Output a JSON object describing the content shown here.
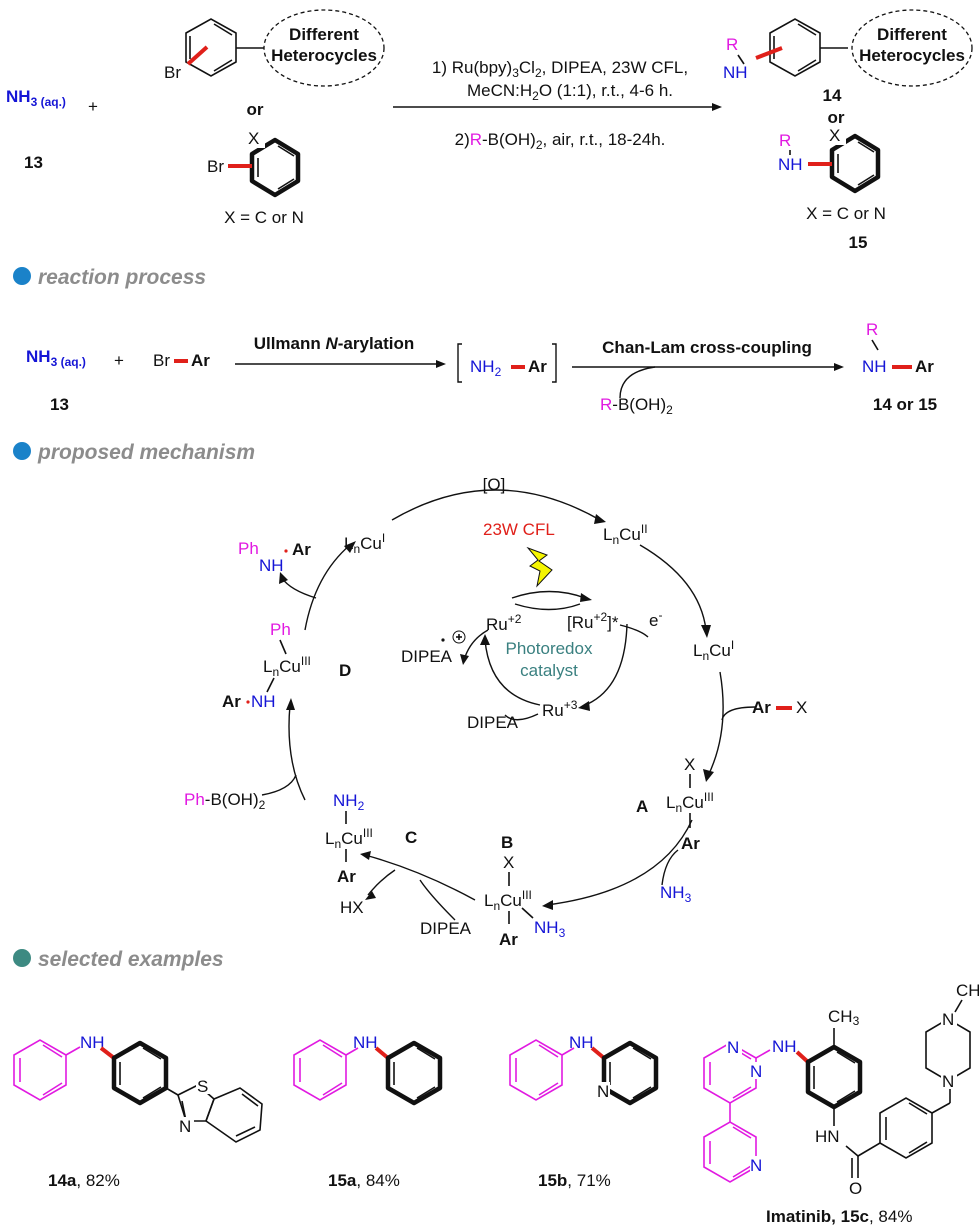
{
  "scheme": {
    "reagent_nh3": "NH",
    "reagent_nh3_sub": "3 (aq.)",
    "reagent_nh3_number": "13",
    "plus": "+",
    "br": "Br",
    "different_heterocycles_line1": "Different",
    "different_heterocycles_line2": "Heterocycles",
    "or": "or",
    "x_atom": "X",
    "x_def": "X = C or N",
    "condition1": "1) Ru(bpy)",
    "condition1_sub1": "3",
    "condition1_tail": "Cl",
    "condition1_sub2": "2",
    "condition1_rest": ", DIPEA, 23W CFL,",
    "condition1_line2": "MeCN:H",
    "condition1_line2_sub": "2",
    "condition1_line2_rest": "O (1:1), r.t., 4-6 h.",
    "condition2_pre": "2)",
    "condition2_r": "R",
    "condition2_rest": "-B(OH)",
    "condition2_sub": "2",
    "condition2_tail": ", air, r.t., 18-24h.",
    "r": "R",
    "nh": "NH",
    "product14": "14",
    "product15": "15"
  },
  "sections": {
    "reaction_process": "reaction process",
    "proposed_mechanism": "proposed mechanism",
    "selected_examples": "selected examples"
  },
  "process": {
    "nh3": "NH",
    "nh3_sub": "3 (aq.)",
    "plus": "+",
    "br": "Br",
    "ar": "Ar",
    "step1": "Ullmann ",
    "step1_italic": "N",
    "step1_rest": "-arylation",
    "intermediate_nh": "NH",
    "intermediate_sub": "2",
    "intermediate_ar": "Ar",
    "step2": "Chan-Lam cross-coupling",
    "boronic_r": "R",
    "boronic_rest": "-B(OH)",
    "boronic_sub": "2",
    "product_r": "R",
    "product_nh": "NH",
    "product_ar": "Ar",
    "label13": "13",
    "label_product": "14 or 15"
  },
  "mechanism": {
    "oxidant": "[O]",
    "light": "23W CFL",
    "ru2": "Ru",
    "ru2_sup": "+2",
    "ru2_excited": "[Ru",
    "ru2_excited_sup": "+2",
    "ru2_excited_tail": "]*",
    "ru3": "Ru",
    "ru3_sup": "+3",
    "electron": "e",
    "electron_sup": "-",
    "photoredox_line1": "Photoredox",
    "photoredox_line2": "catalyst",
    "dipea_radical": "DIPEA",
    "dipea": "DIPEA",
    "dipea2": "DIPEA",
    "cu_l": "L",
    "cu_n": "n",
    "cu": "Cu",
    "ox_I": "I",
    "ox_II": "II",
    "ox_III": "III",
    "ar": "Ar",
    "x": "X",
    "nh3": "NH",
    "nh3_sub": "3",
    "nh2": "NH",
    "nh2_sub": "2",
    "nh": "NH",
    "ph": "Ph",
    "hx": "HX",
    "ph_boronic": "Ph",
    "ph_boronic_rest": "-B(OH)",
    "ph_boronic_sub": "2",
    "label_A": "A",
    "label_B": "B",
    "label_C": "C",
    "label_D": "D"
  },
  "examples": [
    {
      "id": "14a",
      "yield": ", 82%"
    },
    {
      "id": "15a",
      "yield": ", 84%"
    },
    {
      "id": "15b",
      "yield": ", 71%"
    },
    {
      "id": "Imatinib, 15c",
      "yield": ", 84%"
    }
  ],
  "atoms": {
    "nh": "NH",
    "n": "N",
    "s": "S",
    "o": "O",
    "ch3": "CH",
    "ch3_sub": "3",
    "hn": "HN"
  },
  "colors": {
    "bullet_blue": "#1a82c9",
    "bullet_teal": "#3d8a82",
    "section_gray": "#8c8c8c",
    "nitrogen_blue": "#1515d6",
    "magenta": "#e11ae1",
    "bond_red": "#e0201a",
    "teal_text": "#3a8080",
    "bolt_yellow": "#f5f500"
  }
}
